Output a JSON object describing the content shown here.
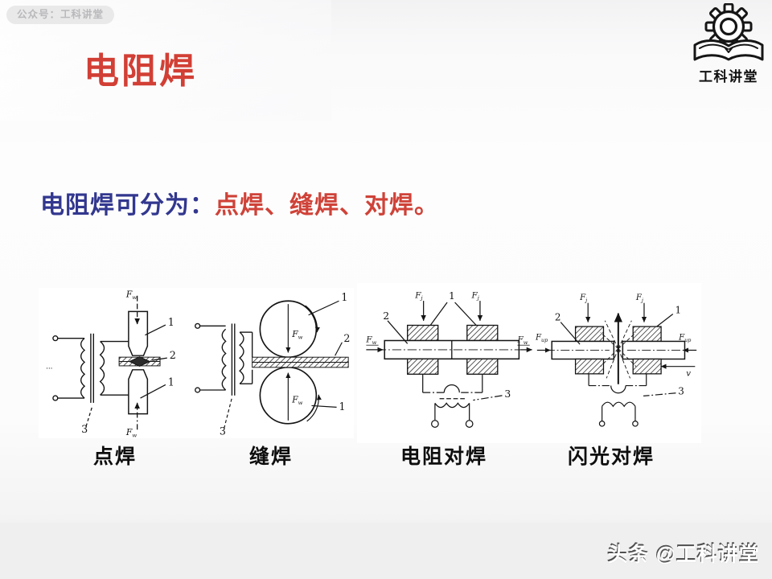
{
  "badge": {
    "text": "公众号：工科讲堂"
  },
  "logo": {
    "text": "工科讲堂"
  },
  "slide": {
    "title": "电阻焊",
    "intro_prefix": "电阻焊可分为：",
    "intro_types": "点焊、缝焊、对焊。"
  },
  "figure": {
    "captions": [
      "点焊",
      "缝焊",
      "电阻对焊",
      "闪光对焊"
    ],
    "labels": {
      "F": "F",
      "w": "w",
      "j": "j",
      "up": "up",
      "n1": "1",
      "n2": "2",
      "n3": "3",
      "v": "v",
      "dots": "···"
    }
  },
  "watermark": {
    "text": "头条 @工科讲堂"
  },
  "colors": {
    "title_red": "#d23f35",
    "intro_blue": "#32378f",
    "intro_red": "#cf4238",
    "ink": "#141414"
  }
}
